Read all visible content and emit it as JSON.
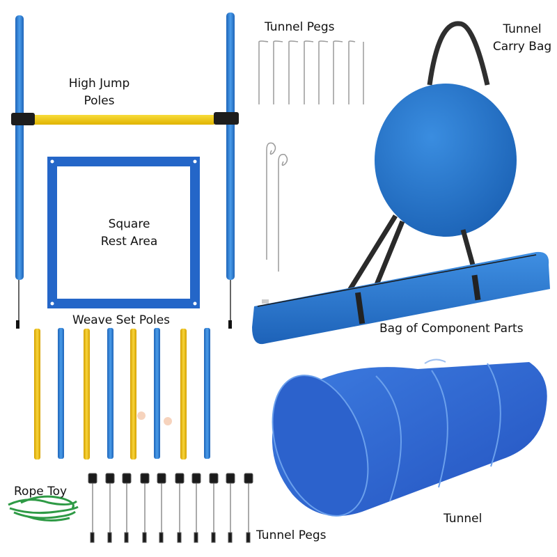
{
  "labels": {
    "high_jump": [
      "High Jump",
      "Poles"
    ],
    "tunnel_pegs_top": "Tunnel Pegs",
    "tunnel_carry_bag": [
      "Tunnel",
      "Carry Bag"
    ],
    "square_rest_area": [
      "Square",
      "Rest Area"
    ],
    "weave_set_poles": "Weave Set Poles",
    "bag_of_component_parts": "Bag of Component Parts",
    "rope_toy": "Rope Toy",
    "tunnel_pegs_bottom": "Tunnel Pegs",
    "tunnel": "Tunnel"
  },
  "colors": {
    "pole_blue": "#2b7fd4",
    "pole_yellow": "#f2c10f",
    "fabric_blue": "#2466c8",
    "bag_blue": "#2a76cc",
    "tunnel_blue": "#2f63d0",
    "strap": "#2a2a2a",
    "rope_green": "#2e9a45",
    "peg_gray": "#9a9a9a"
  },
  "counts": {
    "top_tunnel_pegs": 8,
    "hook_pegs": 2,
    "weave_poles": 8,
    "bottom_tunnel_pegs": 10
  }
}
